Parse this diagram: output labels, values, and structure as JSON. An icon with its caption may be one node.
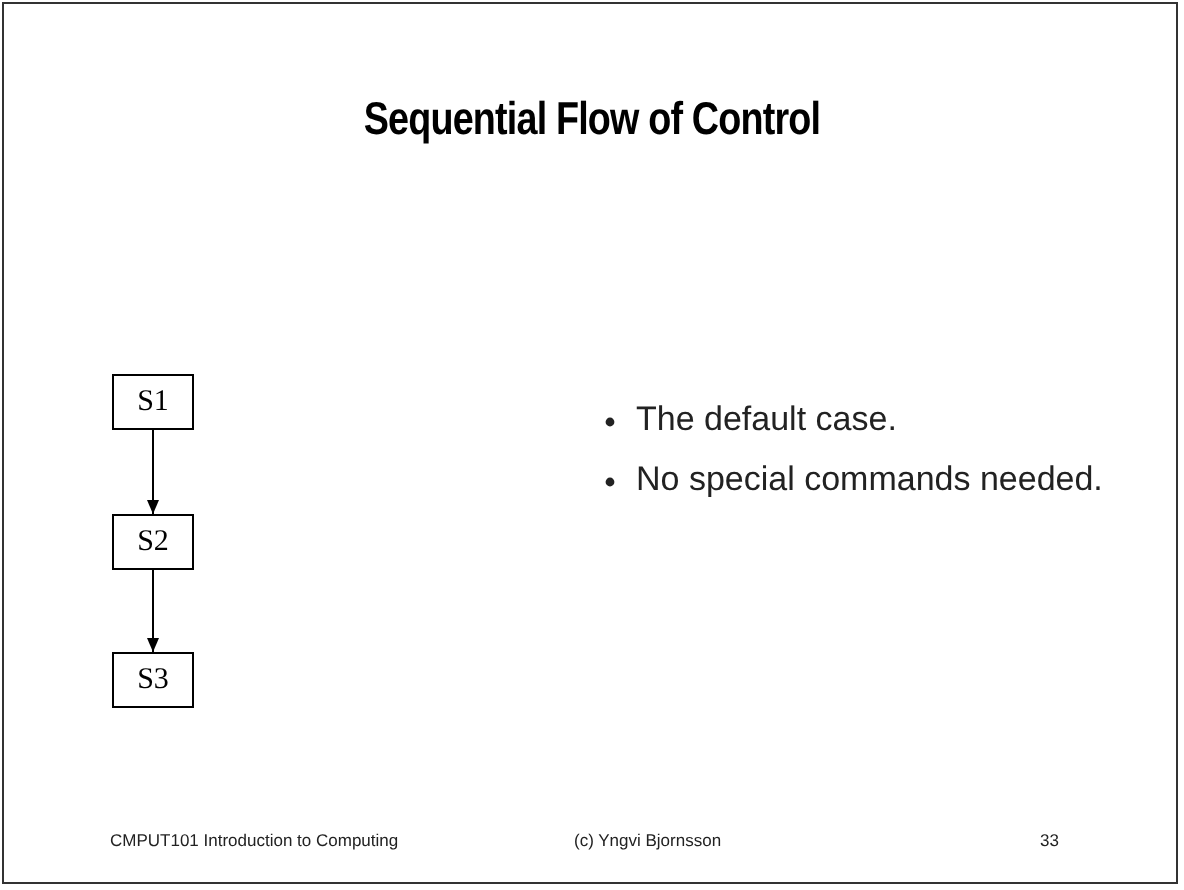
{
  "diagram": {
    "title": "Sequential Flow of Control",
    "nodes": [
      {
        "text": [
          "S1"
        ]
      },
      {
        "text": [
          "S2"
        ]
      },
      {
        "text": [
          "S3"
        ]
      }
    ],
    "edges": [
      {
        "from": 0,
        "to": 1,
        "arrow": "to"
      },
      {
        "from": 1,
        "to": 2,
        "arrow": "to"
      }
    ],
    "labels": [
      "The default case.",
      "No special commands needed.",
      "CMPUT101 Introduction to Computing",
      "(c) Yngvi Bjornsson",
      "33"
    ]
  }
}
